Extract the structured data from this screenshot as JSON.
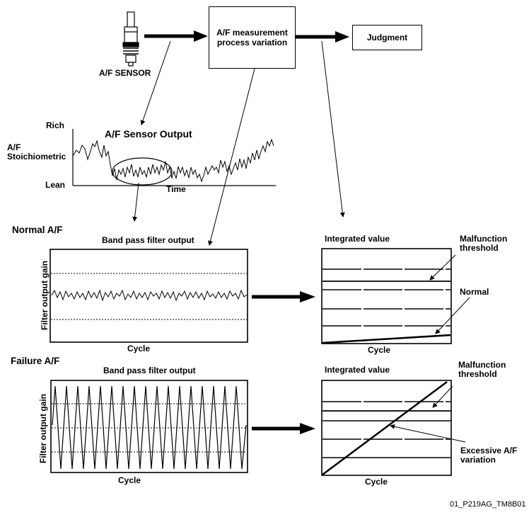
{
  "sensor": {
    "label": "A/F SENSOR"
  },
  "process_box": {
    "line1": "A/F measurement",
    "line2": "process variation"
  },
  "judgment_box": {
    "label": "Judgment"
  },
  "sensor_output": {
    "title": "A/F Sensor Output",
    "y_title_1": "A/F",
    "rich": "Rich",
    "stoich": "Stoichiometric",
    "lean": "Lean",
    "time": "Time"
  },
  "normal": {
    "heading": "Normal A/F",
    "bpf_title": "Band pass filter output",
    "y_label": "Filter output gain",
    "x_label": "Cycle",
    "int_title": "Integrated value",
    "int_x_label": "Cycle",
    "callout_threshold_1": "Malfunction",
    "callout_threshold_2": "threshold",
    "callout_normal": "Normal"
  },
  "failure": {
    "heading": "Failure A/F",
    "bpf_title": "Band pass filter output",
    "y_label": "Filter output gain",
    "x_label": "Cycle",
    "int_title": "Integrated value",
    "int_x_label": "Cycle",
    "callout_threshold_1": "Malfunction",
    "callout_threshold_2": "threshold",
    "callout_excess_1": "Excessive A/F",
    "callout_excess_2": "variation"
  },
  "figure_id": "01_P219AG_TM8B01"
}
